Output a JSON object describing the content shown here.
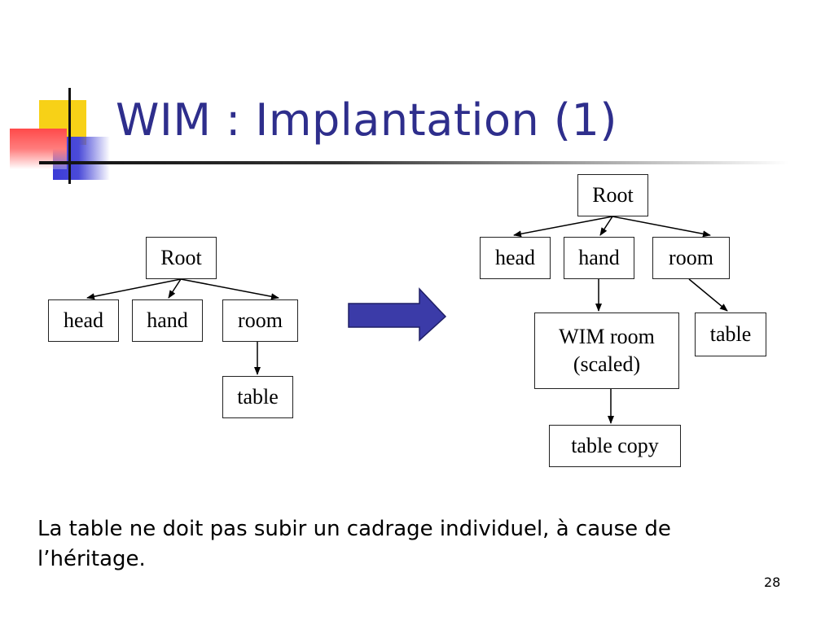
{
  "slide": {
    "title": "WIM : Implantation (1)",
    "caption": "La table ne doit pas subir un cadrage individuel, à cause de l’héritage.",
    "page_number": "28"
  },
  "tree_before": {
    "root": "Root",
    "head": "head",
    "hand": "hand",
    "room": "room",
    "table": "table"
  },
  "tree_after": {
    "root": "Root",
    "head": "head",
    "hand": "hand",
    "room": "room",
    "wim_room_line1": "WIM room",
    "wim_room_line2": "(scaled)",
    "table": "table",
    "table_copy": "table copy"
  },
  "colors": {
    "title": "#2e2e8c",
    "arrow_fill": "#3b3ba8",
    "accent_yellow": "#f7d117",
    "accent_red": "#ff4a4a",
    "accent_blue": "#3a3ad6"
  }
}
